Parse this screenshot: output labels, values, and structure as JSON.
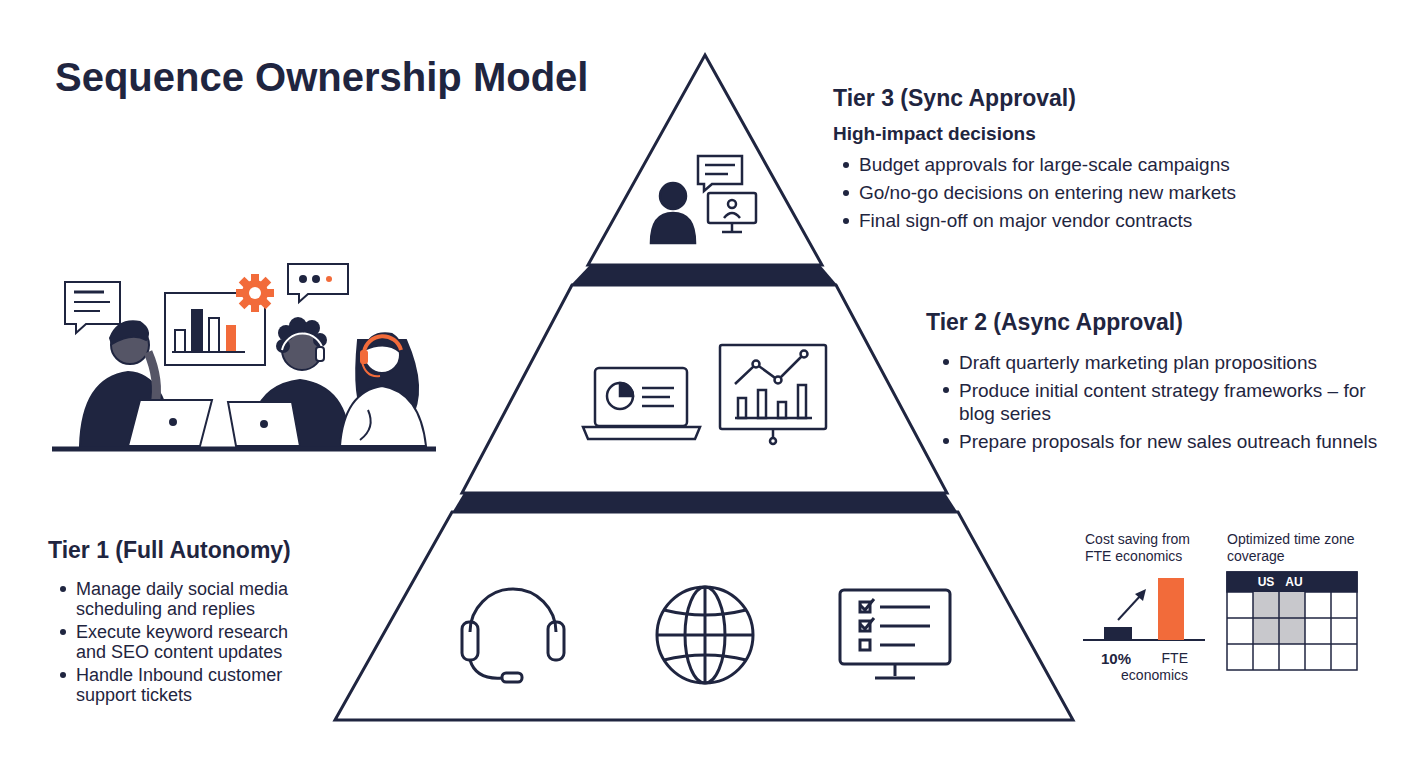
{
  "diagram": {
    "title": "Sequence Ownership Model",
    "nodes": [
      {
        "text": [
          "Tier 3 (Sync Approval)",
          "High-impact decisions",
          "Budget approvals for large-scale campaigns",
          "Go/no-go decisions on entering new markets",
          "Final sign-off on major vendor contracts"
        ]
      },
      {
        "text": [
          "Tier 2 (Async Approval)",
          "Draft quarterly marketing plan propositions",
          "Produce initial content strategy frameworks – for blog series",
          "Prepare proposals for new sales outreach funnels"
        ]
      },
      {
        "text": [
          "Tier 1 (Full Autonomy)",
          "Manage daily social media scheduling and replies",
          "Execute keyword research and SEO content updates",
          "Handle Inbound customer support tickets"
        ]
      }
    ],
    "labels": [
      "Cost saving from FTE economics",
      "10%",
      "FTE economics",
      "Optimized time zone coverage",
      "US",
      "AU"
    ]
  }
}
